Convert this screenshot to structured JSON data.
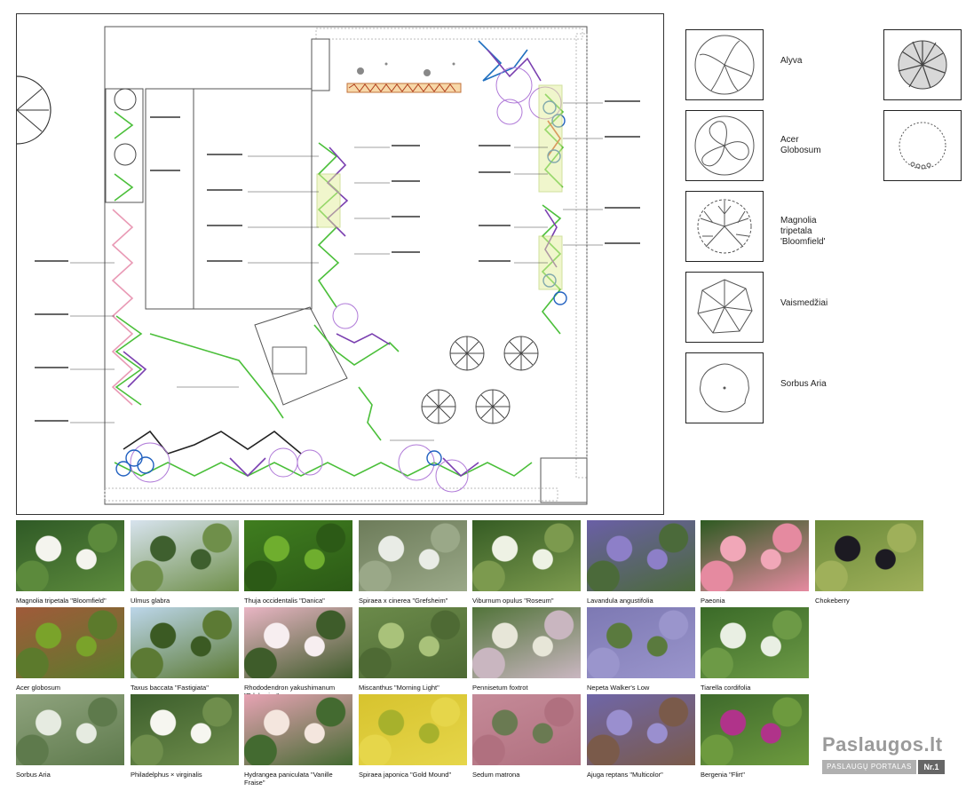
{
  "legend": {
    "items": [
      {
        "label": "Alyva",
        "icon": "lilac-tree-icon"
      },
      {
        "label": "Acer\nGlobosum",
        "icon": "maple-globe-icon"
      },
      {
        "label": "Magnolia\ntripetala\n'Bloomfield'",
        "icon": "magnolia-tree-icon"
      },
      {
        "label": "Vaismedžiai",
        "icon": "fruit-tree-icon"
      },
      {
        "label": "Sorbus Aria",
        "icon": "sorbus-tree-icon"
      }
    ],
    "extra_icons": [
      "dark-shrub-icon",
      "flowering-shrub-icon"
    ]
  },
  "plants": [
    {
      "caption": "Magnolia tripetala \"Bloomfield\"",
      "colors": [
        "#2f5a26",
        "#f4f4ee",
        "#5c8a3c"
      ]
    },
    {
      "caption": "Ulmus glabra",
      "colors": [
        "#d7e3ee",
        "#3e5f2e",
        "#6f8f4a"
      ]
    },
    {
      "caption": "Thuja occidentalis \"Danica\"",
      "colors": [
        "#3f7d1f",
        "#6fae2e",
        "#2c5a16"
      ]
    },
    {
      "caption": "Spiraea x cinerea \"Grefsheim\"",
      "colors": [
        "#6d7c5a",
        "#e9ece6",
        "#9aa888"
      ]
    },
    {
      "caption": "Viburnum opulus \"Roseum\"",
      "colors": [
        "#355c24",
        "#eef2e4",
        "#7c9a4e"
      ]
    },
    {
      "caption": "Lavandula angustifolia",
      "colors": [
        "#6a5fa6",
        "#8d7fc8",
        "#4b6a3a"
      ]
    },
    {
      "caption": "Paeonia",
      "colors": [
        "#2e5a22",
        "#f1a7b8",
        "#e58aa0"
      ]
    },
    {
      "caption": "Chokeberry",
      "colors": [
        "#6b8a3a",
        "#1c1a22",
        "#9fb05a"
      ]
    },
    {
      "caption": "Acer globosum",
      "colors": [
        "#a05a3a",
        "#7aa32a",
        "#5c7a2c"
      ]
    },
    {
      "caption": "Taxus baccata \"Fastigiata\"",
      "colors": [
        "#bcd6ea",
        "#3b5a23",
        "#5c7a34"
      ]
    },
    {
      "caption": "Rhododendron yakushimanum \"Edelweiss\"",
      "colors": [
        "#e9b5c4",
        "#f7eef0",
        "#3e5c2a"
      ]
    },
    {
      "caption": "Miscanthus \"Morning Light\"",
      "colors": [
        "#6b8a4a",
        "#a9c27a",
        "#4e6a34"
      ]
    },
    {
      "caption": "Pennisetum foxtrot",
      "colors": [
        "#52743a",
        "#e7e6d8",
        "#c9b6c0"
      ]
    },
    {
      "caption": "Nepeta Walker's Low",
      "colors": [
        "#7d79b3",
        "#5a7a3e",
        "#9a95cc"
      ]
    },
    {
      "caption": "Tiarella cordifolia",
      "colors": [
        "#3a6a28",
        "#e9efe3",
        "#6d9a46"
      ]
    },
    {
      "caption": "Sorbus Aria",
      "colors": [
        "#8fa37e",
        "#e6ebe1",
        "#5e7a4c"
      ]
    },
    {
      "caption": "Philadelphus × virginalis",
      "colors": [
        "#3c5e2c",
        "#f6f6f0",
        "#6f8e4c"
      ]
    },
    {
      "caption": "Hydrangea paniculata \"Vanille Fraise\"",
      "colors": [
        "#e7a3b4",
        "#f4e6de",
        "#436a30"
      ]
    },
    {
      "caption": "Spiraea japonica \"Gold Mound\"",
      "colors": [
        "#d7c32e",
        "#a7b12c",
        "#e6d64a"
      ]
    },
    {
      "caption": "Sedum matrona",
      "colors": [
        "#c58a98",
        "#6a7a52",
        "#b0707f"
      ]
    },
    {
      "caption": "Ajuga reptans \"Multicolor\"",
      "colors": [
        "#6f66a8",
        "#9a8fcf",
        "#7a5a4a"
      ]
    },
    {
      "caption": "Bergenia \"Flirt\"",
      "colors": [
        "#3e6a2c",
        "#b0338a",
        "#6d9a3e"
      ]
    }
  ],
  "watermark": {
    "title": "Paslaugos.lt",
    "subtitle": "PASLAUGŲ PORTALAS",
    "rank": "Nr.1"
  }
}
